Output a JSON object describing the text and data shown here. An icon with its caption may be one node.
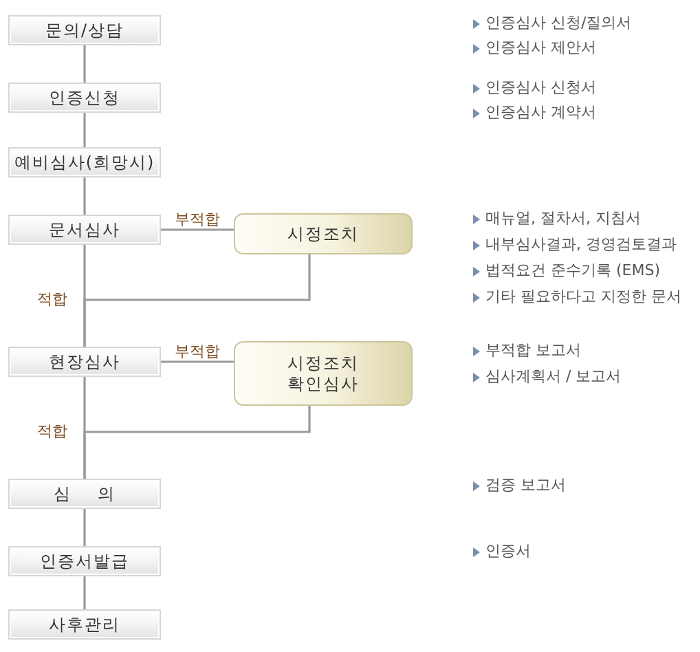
{
  "diagram": {
    "nodes": [
      {
        "text": [
          "문의/상담"
        ]
      },
      {
        "text": [
          "인증신청"
        ]
      },
      {
        "text": [
          "예비심사(희망시)"
        ]
      },
      {
        "text": [
          "문서심사"
        ]
      },
      {
        "text": [
          "시정조치"
        ]
      },
      {
        "text": [
          "현장심사"
        ]
      },
      {
        "text": [
          "시정조치 확인심사"
        ]
      },
      {
        "text": [
          "심 의"
        ]
      },
      {
        "text": [
          "인증서발급"
        ]
      },
      {
        "text": [
          "사후관리"
        ]
      }
    ],
    "edges": [
      {
        "from": 0,
        "to": 1,
        "arrow": "none"
      },
      {
        "from": 1,
        "to": 2,
        "arrow": "none"
      },
      {
        "from": 2,
        "to": 3,
        "arrow": "none"
      },
      {
        "from": 3,
        "to": 4,
        "arrow": "none",
        "label": "부적합"
      },
      {
        "from": 3,
        "to": 5,
        "arrow": "none",
        "label": "적합"
      },
      {
        "from": 4,
        "to": 5,
        "arrow": "none"
      },
      {
        "from": 5,
        "to": 6,
        "arrow": "none",
        "label": "부적합"
      },
      {
        "from": 5,
        "to": 7,
        "arrow": "none",
        "label": "적합"
      },
      {
        "from": 6,
        "to": 7,
        "arrow": "none"
      },
      {
        "from": 7,
        "to": 8,
        "arrow": "none"
      },
      {
        "from": 8,
        "to": 9,
        "arrow": "none"
      }
    ],
    "labels": [
      "인증심사 신청/질의서",
      "인증심사 제안서",
      "인증심사 신청서",
      "인증심사 계약서",
      "매뉴얼, 절차서, 지침서",
      "내부심사결과, 경영검토결과",
      "법적요건 준수기록 (EMS)",
      "기타 필요하다고 지정한 문서",
      "부적합 보고서",
      "심사계획서 / 보고서",
      "검증 보고서",
      "인증서"
    ]
  }
}
